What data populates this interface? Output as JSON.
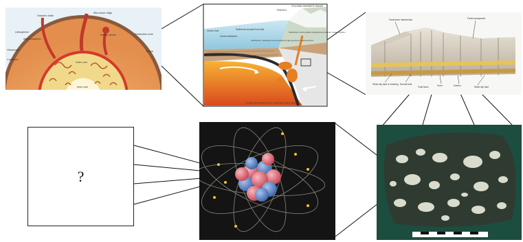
{
  "earth": {
    "labels": {
      "volcanic_chain": "Volcanic chain",
      "midocean_ridge": "Mid-ocean ridge",
      "lithosphere": "Lithosphere",
      "asthenosphere": "Asthenosphere",
      "mantle_plume": "Mantle plume",
      "volcanoes": "Volcanoes",
      "continent": "Continent",
      "outer_core": "Outer core",
      "inner_core": "Inner core",
      "subduction_zone": "Subduction zone",
      "trench": "Trench"
    }
  },
  "subduction": {
    "labels": {
      "trench": "TRENCH",
      "volcanic_arc": "VOLCANIC MAGMATIC RANGE",
      "oceanic_crust": "Ocean crust",
      "ocean_sediments": "Ocean sediments",
      "sediments": "Sediments scraped from slab",
      "melanges": "Subduction melanges low-temperature high-pressure metamorphism",
      "intermediate": "Subduction intermediate temperature-pressure metamorphism",
      "bottom": "Oceanic and partial melt from subducted oceanic plate"
    }
  },
  "faults": {
    "labels": {
      "fault_trace": "Fault trace intersection",
      "fault_escarpment": "Fault escarpment",
      "strike_slip": "Strike-slip fault or sheeting",
      "normal_fault": "Normal fault",
      "fault_block": "Fault block",
      "horst": "Horst",
      "graben": "Graben",
      "strike_slip_2": "Strike-slip fault"
    }
  },
  "question": {
    "mark": "?"
  },
  "colors": {
    "mantle": "#e9a25c",
    "core": "#f5e6a3",
    "plume": "#c0392b",
    "sea": "#9ed4e8",
    "rock_bg": "#2f3b31",
    "atom_bg": "#141414",
    "proton": "#e8707a",
    "neutron": "#5b86c8",
    "electron": "#f2c530"
  }
}
